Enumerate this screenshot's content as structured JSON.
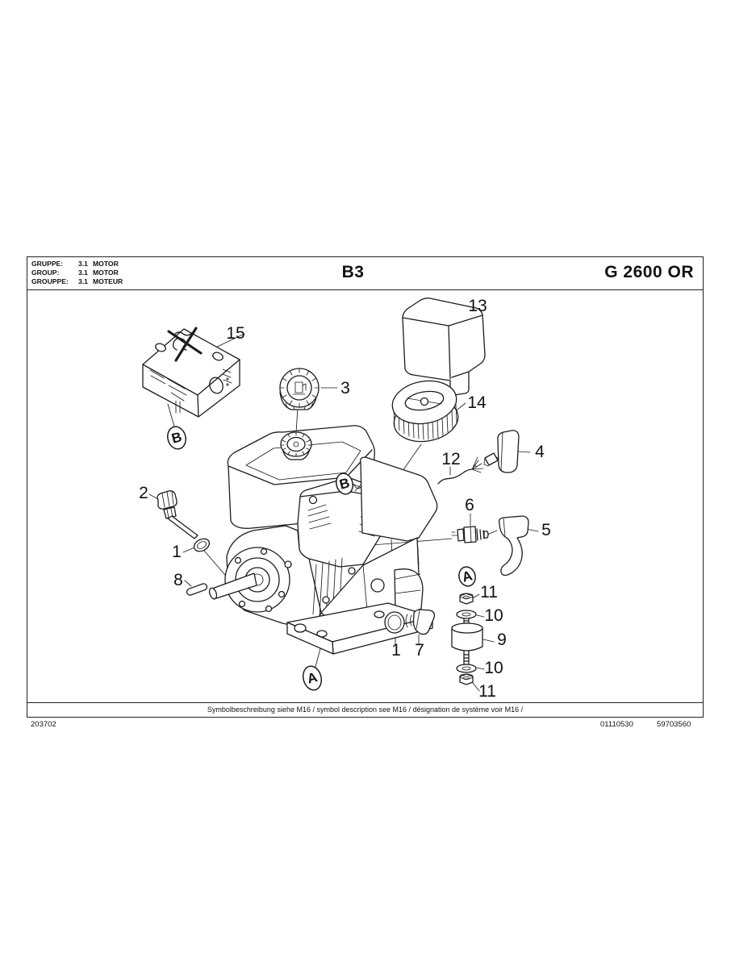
{
  "header": {
    "rows": [
      {
        "label": "GRUPPE:",
        "code": "3.1",
        "name": "MOTOR"
      },
      {
        "label": "GROUP:",
        "code": "3.1",
        "name": "MOTOR"
      },
      {
        "label": "GROUPPE:",
        "code": "3.1",
        "name": "MOTEUR"
      }
    ],
    "sheet": "B3",
    "model": "G 2600 OR"
  },
  "footer": {
    "note": "Symbolbeschreibung siehe M16 / symbol description see M16 / désignation de système voir M16 /",
    "left_number": "203702",
    "right_numbers": [
      "01110530",
      "59703560"
    ]
  },
  "diagram": {
    "callouts": [
      {
        "part": "15",
        "text": "15"
      },
      {
        "part": "3",
        "text": "3"
      },
      {
        "part": "13",
        "text": "13"
      },
      {
        "part": "14",
        "text": "14"
      },
      {
        "part": "4",
        "text": "4"
      },
      {
        "part": "12",
        "text": "12"
      },
      {
        "part": "2",
        "text": "2"
      },
      {
        "part": "1",
        "text": "1"
      },
      {
        "part": "8",
        "text": "8"
      },
      {
        "part": "6",
        "text": "6"
      },
      {
        "part": "5",
        "text": "5"
      },
      {
        "part": "11",
        "text": "11"
      },
      {
        "part": "10",
        "text": "10"
      },
      {
        "part": "9",
        "text": "9"
      },
      {
        "part": "10",
        "text": "10"
      },
      {
        "part": "11",
        "text": "11"
      },
      {
        "part": "1",
        "text": "1"
      },
      {
        "part": "7",
        "text": "7"
      }
    ],
    "markers": [
      {
        "letter": "B"
      },
      {
        "letter": "B"
      },
      {
        "letter": "A"
      },
      {
        "letter": "A"
      }
    ]
  }
}
